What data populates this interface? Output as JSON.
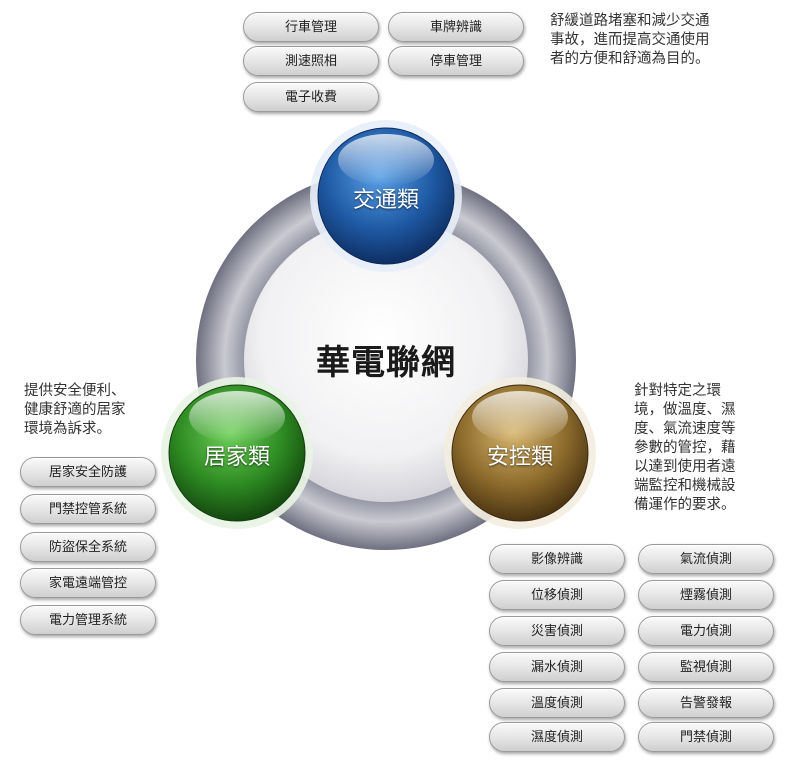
{
  "center": {
    "title": "華電聯網"
  },
  "traffic": {
    "label": "交通類",
    "description_lines": [
      "舒緩道路堵塞和減少交通",
      "事故，進而提高交通使用",
      "者的方便和舒適為目的。"
    ],
    "items": [
      "行車管理",
      "車牌辨識",
      "測速照相",
      "停車管理",
      "電子收費"
    ]
  },
  "home": {
    "label": "居家類",
    "description_lines": [
      "提供安全便利、",
      "健康舒適的居家",
      "環境為訴求。"
    ],
    "items": [
      "居家安全防護",
      "門禁控管系統",
      "防盜保全系統",
      "家電遠端管控",
      "電力管理系統"
    ]
  },
  "security": {
    "label": "安控類",
    "description_lines": [
      "針對特定之環",
      "境，做溫度、濕",
      "度、氣流速度等",
      "參數的管控，藉",
      "以達到使用者遠",
      "端監控和機械設",
      "備運作的要求。"
    ],
    "items_left": [
      "影像辨識",
      "位移偵測",
      "災害偵測",
      "漏水偵測",
      "溫度偵測",
      "濕度偵測"
    ],
    "items_right": [
      "氣流偵測",
      "煙霧偵測",
      "電力偵測",
      "監視偵測",
      "告警發報",
      "門禁偵測"
    ]
  },
  "colors": {
    "traffic": "#2a67b5",
    "home": "#2f9a2a",
    "security": "#9a7a3a",
    "ring": "#9a9aa8"
  }
}
